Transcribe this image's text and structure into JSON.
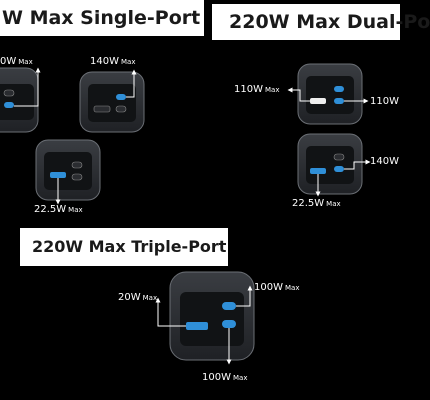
{
  "banners": {
    "single": "W Max Single-Port",
    "dual": "220W Max Dual-Po",
    "triple": "220W Max Triple-Port"
  },
  "labels": {
    "single_left": {
      "watts": "0W",
      "max": "Max"
    },
    "single_140": {
      "watts": "140W",
      "max": "Max"
    },
    "single_225": {
      "watts": "22.5W",
      "max": "Max"
    },
    "dual_110_left": {
      "watts": "110W",
      "max": "Max"
    },
    "dual_110_right": {
      "watts": "110W"
    },
    "dual_140": {
      "watts": "140W"
    },
    "dual_225": {
      "watts": "22.5W",
      "max": "Max"
    },
    "triple_20": {
      "watts": "20W",
      "max": "Max"
    },
    "triple_100_right": {
      "watts": "100W",
      "max": "Max"
    },
    "triple_100_bottom": {
      "watts": "100W",
      "max": "Max"
    }
  },
  "colors": {
    "background": "#000000",
    "banner": "#ffffff",
    "charger_body": "#2b2e33",
    "active_port": "#2f8fd8"
  }
}
